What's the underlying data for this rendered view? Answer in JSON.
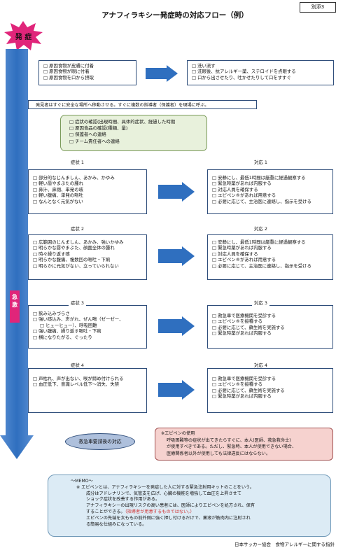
{
  "tag": "別添3",
  "title": "アナフィラキシー発症時の対応フロー（例）",
  "onset_label": "発 症",
  "emergency_label": "急激",
  "onset_box": {
    "left": [
      "原因食物が皮膚に付着",
      "原因食物が眼に付着",
      "原因食物を口から摂取"
    ],
    "right": [
      "洗い流す",
      "洗眼後、抗アレルギー薬、ステロイドを点眼する",
      "口から出させたり、吐かせたりして口をすすぐ"
    ]
  },
  "notice": "発見者はすぐに安全な場所へ移動させる。すぐに複数の指導者（保護者）を現場に呼ぶ。",
  "checklist": [
    "症状の確認(出現時間、具体的症状、経過した時期",
    "原因食品の確認(種類、量)",
    "保護者への連絡",
    "チーム責任者への連絡"
  ],
  "stages": [
    {
      "symptom_title": "症状 1",
      "symptoms": [
        "部分的なじんましん、あかみ、かゆみ",
        "軽い唇やまぶたの腫れ",
        "鼻汁、鼻閉、単発の咳",
        "軽い腹痛、単発の嘔吐",
        "なんとなく元気がない"
      ],
      "action_title": "対応 1",
      "actions": [
        "安静にし、最低1時間は厳重に経過観察する",
        "緊急時薬があれば内服する",
        "対応人員を確保する",
        "エピペン®があれば用意する",
        "必要に応じて、主治医に連絡し、指示を受ける"
      ]
    },
    {
      "symptom_title": "症状 2",
      "symptoms": [
        "広範囲のじんましん、あかみ、強いかゆみ",
        "明らかな唇やまぶた、顔面全体の腫れ",
        "時々繰り返す咳",
        "明らかな腹痛、複数回の嘔吐・下痢",
        "明らかに元気がない、立っていられない"
      ],
      "action_title": "対応 2",
      "actions": [
        "安静にし、最低1時間は厳重に経過観察する",
        "緊急時薬があれば内服する",
        "対応人員を確保する",
        "エピペン®があれば用意する",
        "必要に応じて、主治医に連絡し、指示を受ける"
      ]
    },
    {
      "symptom_title": "症状 3",
      "symptoms": [
        "飲み込みづらさ",
        "強い咳込み、声がれ、ぜん鳴（ゼーゼー、",
        "ヒューヒュー）、呼吸困難",
        "強い腹痛、繰り返す嘔吐・下痢",
        "横になりたがる、ぐったり"
      ],
      "symptom_nobox": [
        false,
        false,
        true,
        false,
        false
      ],
      "action_title": "対応 3",
      "actions": [
        "救急車で医療機関を受診する",
        "エピペン®を接種する",
        "必要に応じて、蘇生術を実施する",
        "緊急時薬があれば内服する"
      ]
    },
    {
      "symptom_title": "症状 4",
      "symptoms": [
        "声枯れ、声が出ない、喉が締め付けられる",
        "血圧低下、意識レベル低下～消失、失禁"
      ],
      "action_title": "対応 4",
      "actions": [
        "救急車で医療機関を受診する",
        "エピペン®を接種する",
        "必要に応じて、蘇生術を実施する",
        "緊急時薬があれば内服する"
      ]
    }
  ],
  "after_ambulance": "救急車要請後の対応",
  "epipen_note": {
    "heading": "※エピペンの使用",
    "lines": [
      "呼吸困難等の症状が出てきたらすぐに、本人(医師、救急救命士)",
      "が使用すべきである。ただし、緊急時、本人が使用できない場合、",
      "医療関係者以外が使用しても法律違反にはならない。"
    ]
  },
  "memo": {
    "heading": "～MEMO～",
    "lines": [
      "※ エピペンとは、アナフィラキシーを発症した人に対する緊急注射用キットのことをいう。",
      "成分はアドレナリンで、気管支を広げ、心臓の機能を増強して血圧を上昇させて",
      "ショック症状を改善する作用がある。",
      "アナフィラキシーの出現リスクの高い患者には、医師によりエピペンを処方され、保有",
      "することができる。",
      "（指導者が用意するものではない。）",
      "エピペンの先端を太ももの前外側に強く押し付けるだけで、薬液が筋肉内に注射され",
      "る簡易な仕組みになっている。"
    ]
  },
  "footer": "日本サッカー協会　食物アレルギーに関する指針",
  "colors": {
    "arrow": "#2f6fbf",
    "onset_star": "#e0257a",
    "emergency": "#e0257a"
  }
}
